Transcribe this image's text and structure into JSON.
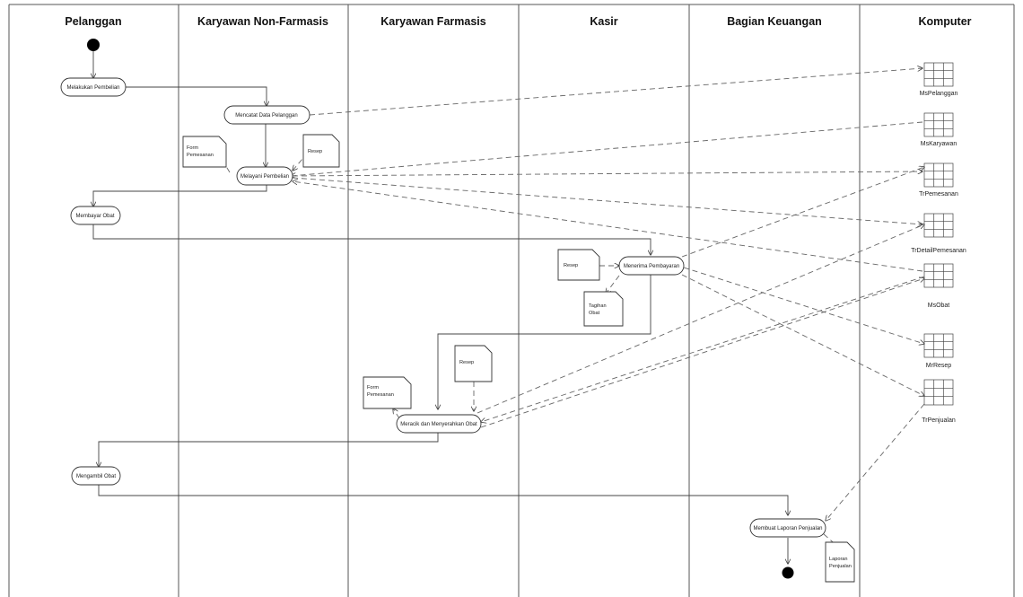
{
  "lanes": [
    "Pelanggan",
    "Karyawan Non-Farmasis",
    "Karyawan Farmasis",
    "Kasir",
    "Bagian Keuangan",
    "Komputer"
  ],
  "activities": {
    "melakukan_pembelian": "Melakukan Pembelian",
    "mencatat_data_pelanggan": "Mencatat Data Pelanggan",
    "melayani_pembelian": "Melayani Pembelian",
    "membayar_obat": "Membayar Obat",
    "menerima_pembayaran": "Menerima Pembayaran",
    "meracik_menyerahkan": "Meracik dan Menyerahkan Obat",
    "mengambil_obat": "Mengambil Obat",
    "membuat_laporan": "Membuat Laporan Penjualan"
  },
  "notes": {
    "form_pemesanan_1": [
      "Form",
      "Pemesanan"
    ],
    "resep_1": [
      "Resep"
    ],
    "resep_2": [
      "Resep"
    ],
    "tagihan_obat": [
      "Tagihan",
      "Obat"
    ],
    "resep_3": [
      "Resep"
    ],
    "form_pemesanan_2": [
      "Form",
      "Pemesanan"
    ],
    "laporan_penjualan": [
      "Laporan",
      "Penjualan"
    ]
  },
  "tables": [
    "MsPelanggan",
    "MsKaryawan",
    "TrPemesanan",
    "TrDetailPemesanan",
    "MsObat",
    "MrResep",
    "TrPenjualan"
  ]
}
